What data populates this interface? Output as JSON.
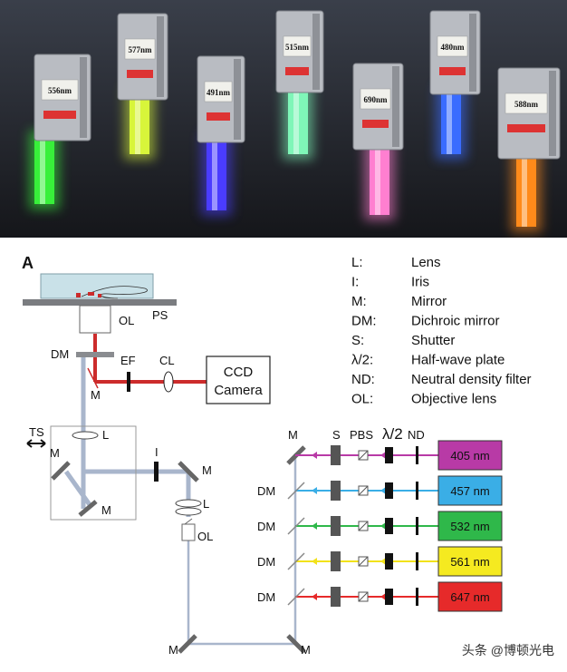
{
  "photo": {
    "lasers": [
      {
        "label": "556nm",
        "color": "#38f03a"
      },
      {
        "label": "577nm",
        "color": "#d8f53a"
      },
      {
        "label": "491nm",
        "color": "#4a3cff"
      },
      {
        "label": "515nm",
        "color": "#7ff6b8"
      },
      {
        "label": "690nm",
        "color": "#ff7fd0"
      },
      {
        "label": "480nm",
        "color": "#3a6cff"
      },
      {
        "label": "588nm",
        "color": "#ff8a1a"
      }
    ]
  },
  "diagram": {
    "panel_label": "A",
    "legend": [
      {
        "abbr": "L:",
        "desc": "Lens"
      },
      {
        "abbr": "I:",
        "desc": "Iris"
      },
      {
        "abbr": "M:",
        "desc": "Mirror"
      },
      {
        "abbr": "DM:",
        "desc": "Dichroic mirror"
      },
      {
        "abbr": "S:",
        "desc": "Shutter"
      },
      {
        "abbr": "λ/2:",
        "desc": "Half-wave plate"
      },
      {
        "abbr": "ND:",
        "desc": "Neutral density filter"
      },
      {
        "abbr": "OL:",
        "desc": "Objective lens"
      }
    ],
    "labels": {
      "ol": "OL",
      "ps": "PS",
      "dm": "DM",
      "ef": "EF",
      "cl": "CL",
      "m": "M",
      "camera_line1": "CCD",
      "camera_line2": "Camera",
      "ts": "TS",
      "l": "L",
      "i": "I",
      "s": "S",
      "pbs": "PBS",
      "half_wave": "λ/2",
      "nd": "ND"
    },
    "sources": [
      {
        "label": "405 nm",
        "color": "#b83aa6",
        "beam": "#b83aa6"
      },
      {
        "label": "457 nm",
        "color": "#3aaee6",
        "beam": "#3aaee6"
      },
      {
        "label": "532 nm",
        "color": "#2fb84a",
        "beam": "#2fb84a"
      },
      {
        "label": "561 nm",
        "color": "#f5ea20",
        "beam": "#f2e21a"
      },
      {
        "label": "647 nm",
        "color": "#e62a2a",
        "beam": "#e62a2a"
      }
    ],
    "watermark": "头条 @博顿光电"
  }
}
